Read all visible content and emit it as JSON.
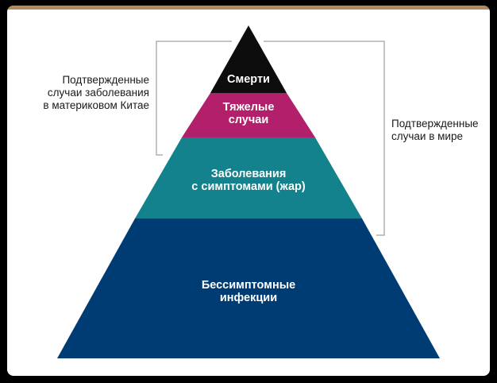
{
  "colors": {
    "frame": "#000000",
    "card": "#ffffff",
    "accent_bar": "#b08a5f",
    "deaths": "#0d0d0d",
    "severe": "#b21f6a",
    "symptomatic": "#13828d",
    "asymptomatic": "#003c74",
    "bracket": "#b0b0b0"
  },
  "pyramid": {
    "levels": [
      {
        "id": "deaths",
        "lines": [
          "Смерти"
        ]
      },
      {
        "id": "severe",
        "lines": [
          "Тяжелые",
          "случаи"
        ]
      },
      {
        "id": "symptomatic",
        "lines": [
          "Заболевания",
          "с симптомами (жар)"
        ]
      },
      {
        "id": "asymptomatic",
        "lines": [
          "Бессимптомные",
          "инфекции"
        ]
      }
    ]
  },
  "brackets": {
    "left": {
      "lines": [
        "Подтвержденные",
        "случаи заболевания",
        "в материковом Китае"
      ]
    },
    "right": {
      "lines": [
        "Подтвержденные",
        "случаи в мире"
      ]
    }
  }
}
